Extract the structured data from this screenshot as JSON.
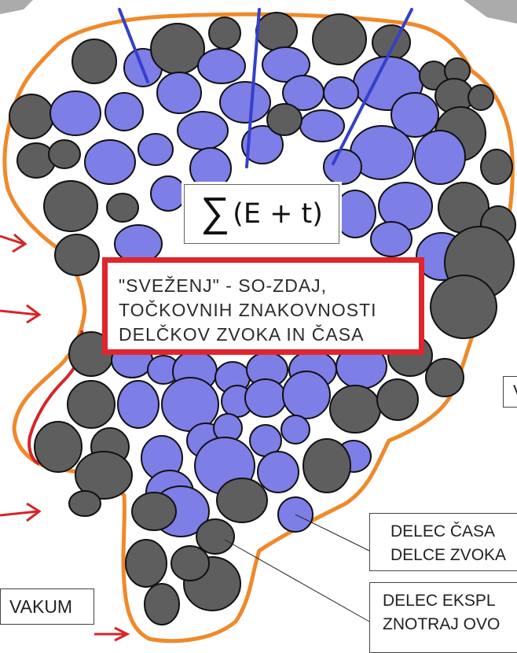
{
  "formula": {
    "sigma": "∑",
    "expression": "(E + t)"
  },
  "main_label": {
    "line1": "\"SVEŽENJ\" - SO-ZDAJ,",
    "line2": "TOČKOVNIH  ZNAKOVNOSTI",
    "line3": "DELČKOV  ZVOKA  IN  ČASA"
  },
  "vakum_label": "VAKUM",
  "time_particle_label": {
    "line1": "DELEC ČASA",
    "line2": "DELCE ZVOKA"
  },
  "expl_label": {
    "line1": "DELEC EKSPL",
    "line2": "ZNOTRAJ OVO"
  },
  "right_edge_label": "V",
  "colors": {
    "blue_particle": "#7d7ee6",
    "gray_particle": "#5e5e5e",
    "orange_outline": "#f0892a",
    "red_boundary": "#d72428",
    "blue_line": "#3440c8",
    "label_border": "#e1252c"
  }
}
